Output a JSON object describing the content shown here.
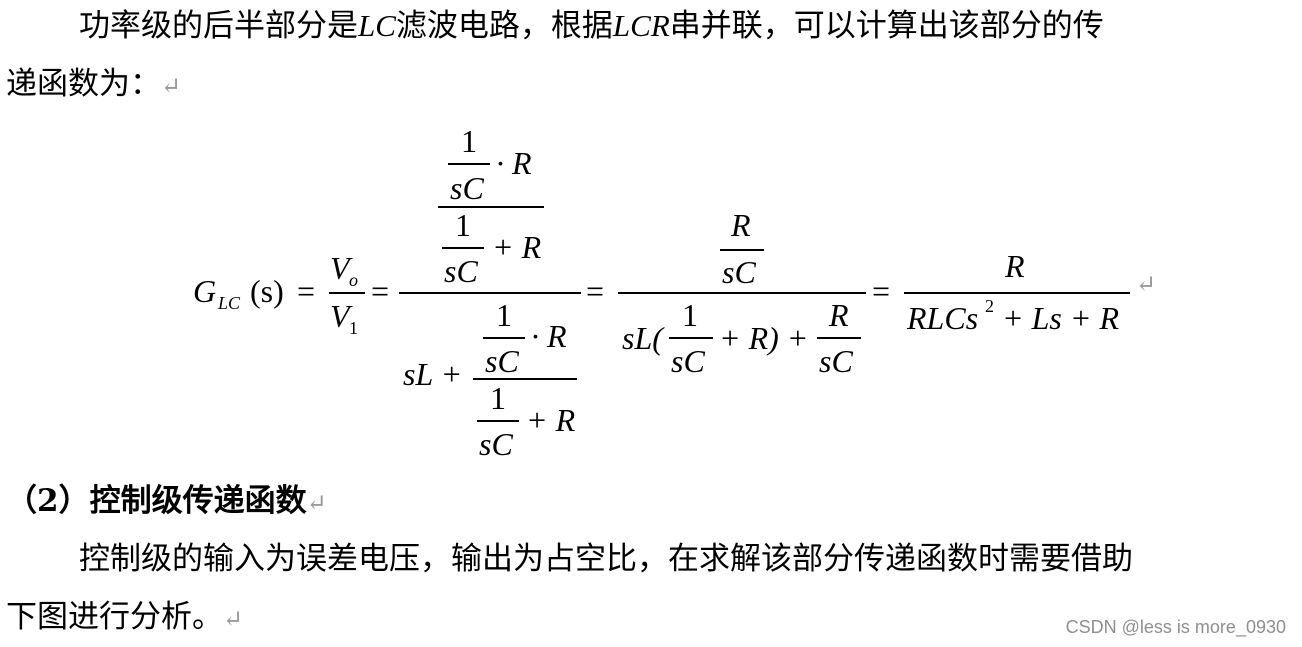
{
  "paragraph1": {
    "line1": {
      "t1": "功率级的后半部分是",
      "lc": "LC",
      "t2": "滤波电路，根据",
      "lcr": "LCR",
      "t3": "串并联，可以计算出该部分的传"
    },
    "line2": "递函数为：",
    "para_mark": "↵"
  },
  "formula": {
    "G": "G",
    "G_sub": "LC",
    "arg": "(s)",
    "eq": "=",
    "Vo": "V",
    "Vo_sub": "o",
    "V1": "V",
    "V1_sub": "1",
    "one": "1",
    "sC": "sC",
    "dotR": "· R",
    "plusR": "+ R",
    "sLplus": "sL +",
    "R": "R",
    "sLpar": "sL(",
    "rparplus": "+ R) +",
    "RLCs": "RLCs",
    "sq": "2",
    "tail": "+ Ls + R"
  },
  "heading": {
    "number": "（2）",
    "text": "控制级传递函数"
  },
  "paragraph2": {
    "line1": "控制级的输入为误差电压，输出为占空比，在求解该部分传递函数时需要借助",
    "line2": "下图进行分析。"
  },
  "watermark": "CSDN @less is more_0930"
}
